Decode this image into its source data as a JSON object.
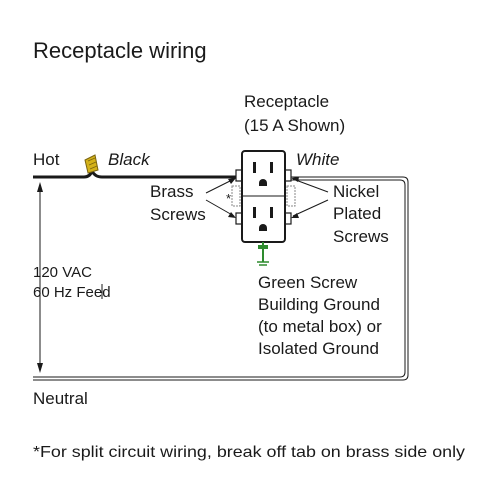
{
  "title": "Receptacle wiring",
  "receptacle": {
    "name": "Receptacle",
    "subtitle": "(15 A Shown)"
  },
  "wires": {
    "hot": "Hot",
    "black": "Black",
    "white": "White",
    "neutral": "Neutral"
  },
  "feed": {
    "line1": "120 VAC",
    "line2": "60 Hz Feed"
  },
  "brass": {
    "line1": "Brass",
    "line2": "Screws",
    "asterisk": "*"
  },
  "nickel": {
    "line1": "Nickel",
    "line2": "Plated",
    "line3": "Screws"
  },
  "ground": {
    "line1": "Green Screw",
    "line2": "Building Ground",
    "line3": "(to metal box) or",
    "line4": "Isolated Ground"
  },
  "footnote": "*For split circuit wiring, break off tab on brass side only",
  "colors": {
    "wire_nut": "#d4b21a",
    "ground": "#2e8b2e",
    "line": "#1a1a1a"
  }
}
